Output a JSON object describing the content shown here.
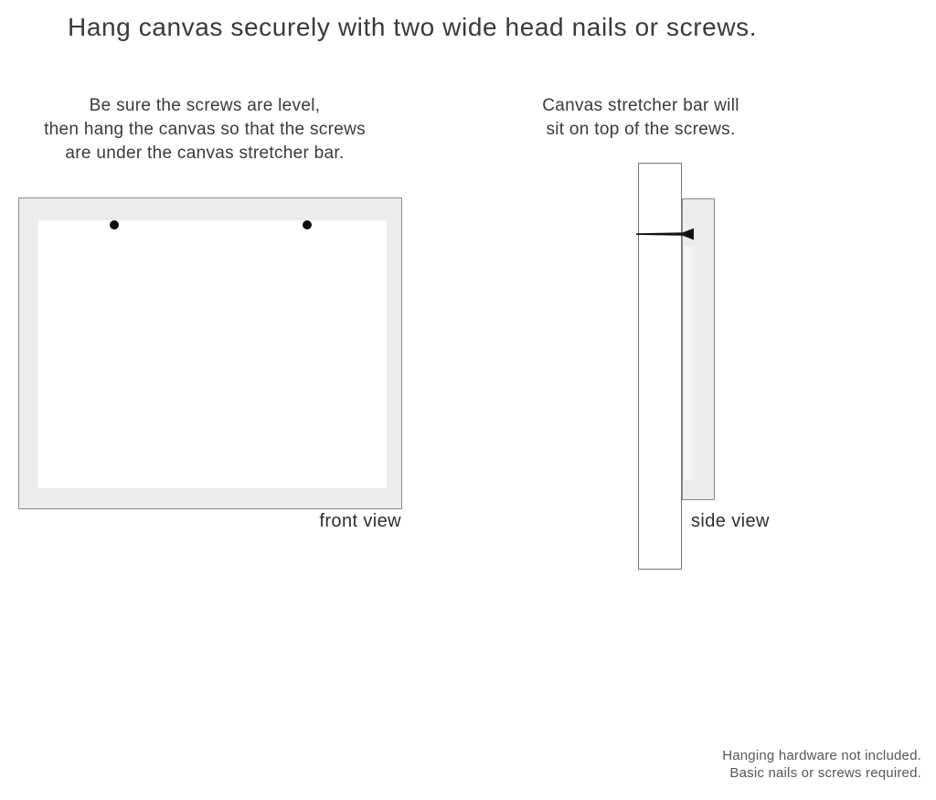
{
  "title": "Hang canvas securely with two wide head nails or screws.",
  "instructions": {
    "left_lines": [
      "Be sure the screws are level,",
      "then hang the canvas so that the screws",
      "are under the canvas stretcher bar."
    ],
    "right_lines": [
      "Canvas stretcher bar will",
      "sit on top of the screws."
    ]
  },
  "labels": {
    "front_view": "front view",
    "side_view": "side view"
  },
  "footer_lines": [
    "Hanging hardware not included.",
    "Basic nails or screws required."
  ],
  "icons": {
    "screws": "screw-dot",
    "nail": "nail-icon"
  },
  "colors": {
    "background": "#ffffff",
    "canvas_frame_fill": "#ececec",
    "outline": "#8a8a8a",
    "stretcher_bar_outline": "#757575",
    "nail": "#111111",
    "screw_dot": "#0e0e0e",
    "text": "#3a3a3a",
    "footer_text": "#575757"
  }
}
